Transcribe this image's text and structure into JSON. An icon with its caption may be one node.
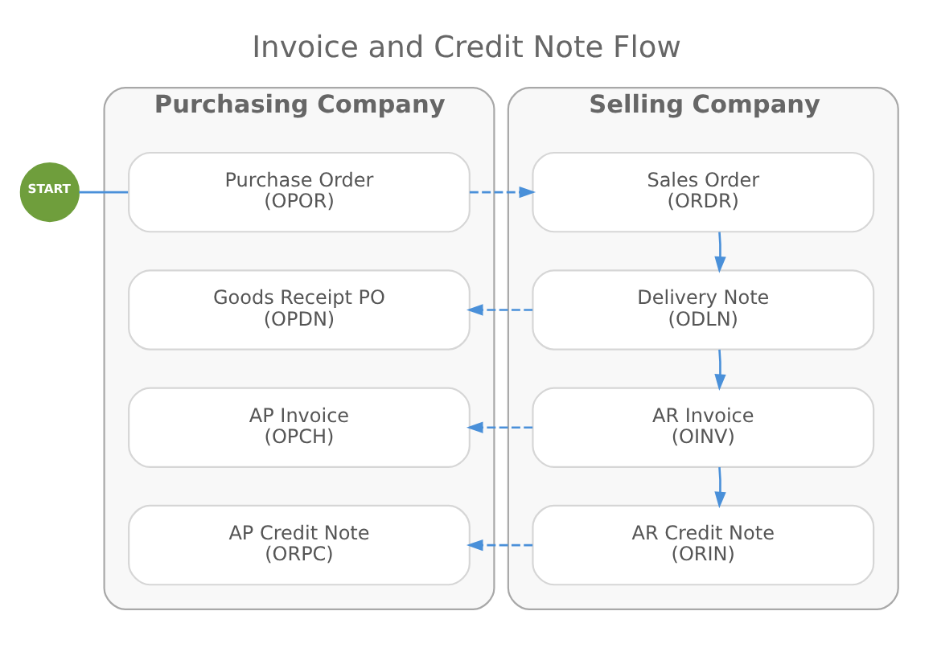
{
  "diagram": {
    "title": "Invoice and Credit Note Flow",
    "nodes": [
      {
        "text": [
          "Purchasing Company"
        ]
      },
      {
        "text": [
          "START"
        ]
      },
      {
        "text": [
          "Purchase Order",
          "(OPOR)"
        ],
        "in": 0
      },
      {
        "text": [
          "Goods Receipt PO",
          "(OPDN)"
        ],
        "in": 0
      },
      {
        "text": [
          "AP Invoice",
          "(OPCH)"
        ],
        "in": 0
      },
      {
        "text": [
          "AP Credit Note",
          "(ORPC)"
        ],
        "in": 0
      },
      {
        "text": [
          "Selling Company"
        ]
      },
      {
        "text": [
          "Sales Order",
          "(ORDR)"
        ],
        "in": 6
      },
      {
        "text": [
          "Delivery Note",
          "(ODLN)"
        ],
        "in": 6
      },
      {
        "text": [
          "AR Invoice",
          "(OINV)"
        ],
        "in": 6
      },
      {
        "text": [
          "AR Credit Note",
          "(ORIN)"
        ],
        "in": 6
      }
    ],
    "edges": [
      {
        "from": 1,
        "to": 2,
        "arrow": "none"
      },
      {
        "from": 2,
        "to": 7,
        "arrow": "to",
        "style": "dashed"
      },
      {
        "from": 7,
        "to": 8,
        "arrow": "to"
      },
      {
        "from": 8,
        "to": 3,
        "arrow": "to",
        "style": "dashed"
      },
      {
        "from": 8,
        "to": 9,
        "arrow": "to"
      },
      {
        "from": 9,
        "to": 4,
        "arrow": "to",
        "style": "dashed"
      },
      {
        "from": 9,
        "to": 10,
        "arrow": "to"
      },
      {
        "from": 10,
        "to": 5,
        "arrow": "to",
        "style": "dashed"
      }
    ]
  }
}
